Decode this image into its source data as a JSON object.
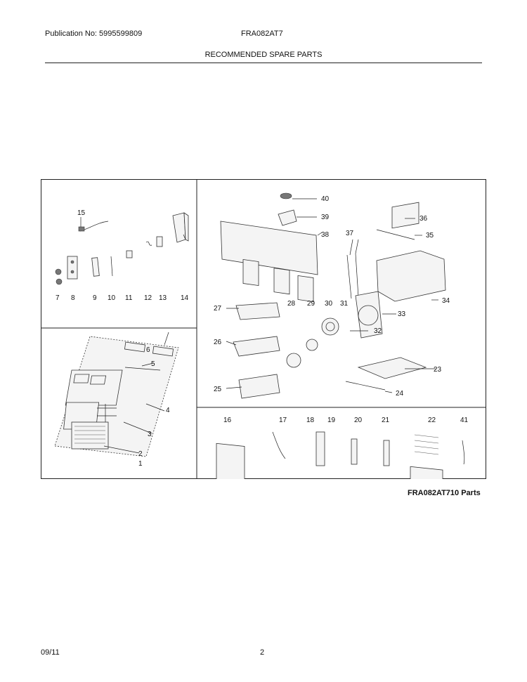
{
  "header": {
    "publication": "Publication No: 5995599809",
    "model": "FRA082AT7",
    "title": "RECOMMENDED SPARE PARTS"
  },
  "diagram": {
    "caption": "FRA082AT710 Parts",
    "callouts": [
      "1",
      "2",
      "3",
      "4",
      "5",
      "6",
      "7",
      "8",
      "9",
      "10",
      "11",
      "12",
      "13",
      "14",
      "15",
      "16",
      "17",
      "18",
      "19",
      "20",
      "21",
      "22",
      "23",
      "24",
      "25",
      "26",
      "27",
      "28",
      "29",
      "30",
      "31",
      "32",
      "33",
      "34",
      "35",
      "36",
      "37",
      "38",
      "39",
      "40",
      "41"
    ]
  },
  "footer": {
    "date": "09/11",
    "page": "2"
  }
}
